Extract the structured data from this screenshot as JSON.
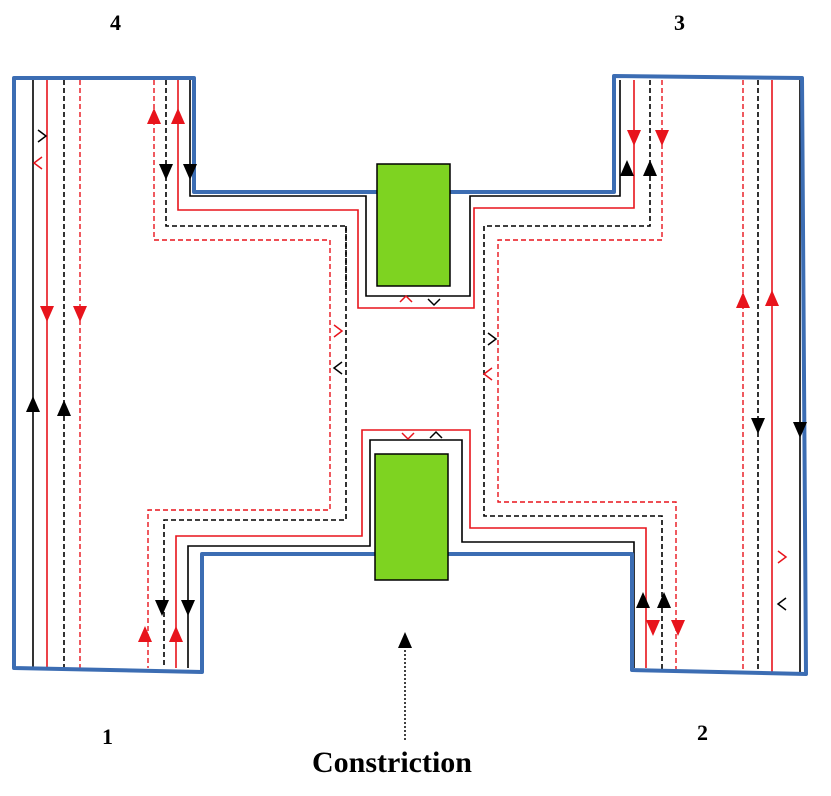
{
  "labels": {
    "terminal_1": "1",
    "terminal_2": "2",
    "terminal_3": "3",
    "terminal_4": "4",
    "constriction": "Constriction"
  },
  "colors": {
    "boundary": "#3c6db3",
    "gate": "#7ed321",
    "edge_state_a": "#000000",
    "edge_state_b": "#e8141c"
  },
  "line_styles": {
    "solid": "edge channel (solid)",
    "dashed": "edge channel (dashed)"
  }
}
